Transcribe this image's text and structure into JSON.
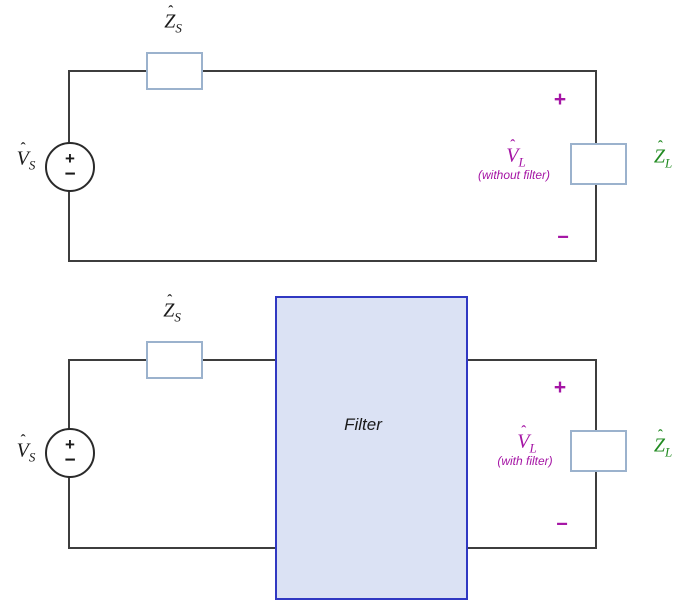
{
  "colors": {
    "wire": "#3d3d3d",
    "impedance_box_border": "#9bb2cd",
    "filter_fill": "#dbe2f4",
    "filter_border": "#3038c2",
    "voltage_magenta": "#a515a5",
    "impedance_green": "#228b22",
    "text_black": "#1a1a1a"
  },
  "top_circuit": {
    "source": {
      "hat": "ˆ",
      "letter": "V",
      "sub": "S",
      "plus": "+",
      "minus": "−"
    },
    "series_impedance": {
      "hat": "ˆ",
      "letter": "Z",
      "sub": "S"
    },
    "load_impedance": {
      "hat": "ˆ",
      "letter": "Z",
      "sub": "L"
    },
    "load_voltage": {
      "hat": "ˆ",
      "letter": "V",
      "sub": "L",
      "note": "(without filter)",
      "plus": "+",
      "minus": "−"
    }
  },
  "bottom_circuit": {
    "source": {
      "hat": "ˆ",
      "letter": "V",
      "sub": "S",
      "plus": "+",
      "minus": "−"
    },
    "series_impedance": {
      "hat": "ˆ",
      "letter": "Z",
      "sub": "S"
    },
    "filter": {
      "label": "Filter"
    },
    "load_impedance": {
      "hat": "ˆ",
      "letter": "Z",
      "sub": "L"
    },
    "load_voltage": {
      "hat": "ˆ",
      "letter": "V",
      "sub": "L",
      "note": "(with filter)",
      "plus": "+",
      "minus": "−"
    }
  }
}
